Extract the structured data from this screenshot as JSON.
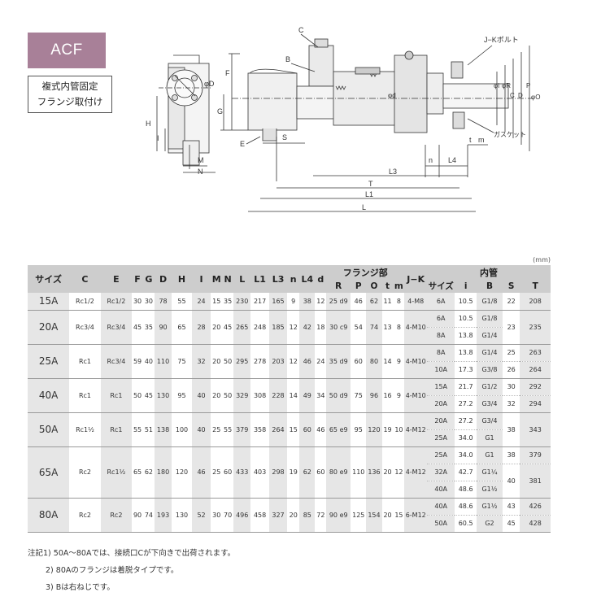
{
  "badge": "ACF",
  "subtitle": [
    "複式内管固定",
    "フランジ取付け"
  ],
  "drawing_labels": {
    "C": "C",
    "B": "B",
    "F": "F",
    "G": "G",
    "H": "H",
    "I": "I",
    "M": "M",
    "N": "N",
    "E": "E",
    "S": "S",
    "D": "φD",
    "jk": "J−Kボルト",
    "di": "φi",
    "dR": "φR",
    "C2": "C",
    "D2": "D",
    "P": "P",
    "dO": "φO",
    "dd": "φd",
    "n": "n",
    "L4": "L4",
    "t": "t",
    "m": "m",
    "gasket": "ガスケット",
    "L3": "L3",
    "T": "T",
    "L1": "L1",
    "L": "L"
  },
  "unit": "(mm)",
  "table": {
    "headers": {
      "size": "サイズ",
      "C": "C",
      "E": "E",
      "F": "F",
      "G": "G",
      "D": "D",
      "H": "H",
      "I": "I",
      "M": "M",
      "N": "N",
      "L": "L",
      "L1": "L1",
      "L3": "L3",
      "n": "n",
      "L4": "L4",
      "d": "d",
      "flange": "フランジ部",
      "R": "R",
      "P": "P",
      "O": "O",
      "t": "t",
      "m": "m",
      "JK": "J−K",
      "inner": "内管",
      "isize": "サイズ",
      "i": "i",
      "B": "B",
      "S": "S",
      "T": "T"
    },
    "rows": [
      {
        "size": "15A",
        "C": "Rc1/2",
        "E": "Rc1/2",
        "F": "30",
        "G": "30",
        "D": "78",
        "H": "55",
        "I": "24",
        "M": "15",
        "N": "35",
        "L": "230",
        "L1": "217",
        "L3": "165",
        "n": "9",
        "L4": "38",
        "d": "12",
        "R": "25 d9",
        "P": "46",
        "O": "62",
        "t": "11",
        "m": "8",
        "JK": "4-M8",
        "inner": [
          {
            "isize": "6A",
            "i": "10.5",
            "B": "G1/8",
            "S": "22",
            "T": "208"
          }
        ]
      },
      {
        "size": "20A",
        "C": "Rc3/4",
        "E": "Rc3/4",
        "F": "45",
        "G": "35",
        "D": "90",
        "H": "65",
        "I": "28",
        "M": "20",
        "N": "45",
        "L": "265",
        "L1": "248",
        "L3": "185",
        "n": "12",
        "L4": "42",
        "d": "18",
        "R": "30 c9",
        "P": "54",
        "O": "74",
        "t": "13",
        "m": "8",
        "JK": "4-M10",
        "S": "23",
        "T": "235",
        "inner": [
          {
            "isize": "6A",
            "i": "10.5",
            "B": "G1/8"
          },
          {
            "isize": "8A",
            "i": "13.8",
            "B": "G1/4"
          }
        ]
      },
      {
        "size": "25A",
        "C": "Rc1",
        "E": "Rc3/4",
        "F": "59",
        "G": "40",
        "D": "110",
        "H": "75",
        "I": "32",
        "M": "20",
        "N": "50",
        "L": "295",
        "L1": "278",
        "L3": "203",
        "n": "12",
        "L4": "46",
        "d": "24",
        "R": "35 d9",
        "P": "60",
        "O": "80",
        "t": "14",
        "m": "9",
        "JK": "4-M10",
        "inner": [
          {
            "isize": "8A",
            "i": "13.8",
            "B": "G1/4",
            "S": "25",
            "T": "263"
          },
          {
            "isize": "10A",
            "i": "17.3",
            "B": "G3/8",
            "S": "26",
            "T": "264"
          }
        ]
      },
      {
        "size": "40A",
        "C": "Rc1",
        "E": "Rc1",
        "F": "50",
        "G": "45",
        "D": "130",
        "H": "95",
        "I": "40",
        "M": "20",
        "N": "50",
        "L": "329",
        "L1": "308",
        "L3": "228",
        "n": "14",
        "L4": "49",
        "d": "34",
        "R": "50 d9",
        "P": "75",
        "O": "96",
        "t": "16",
        "m": "9",
        "JK": "4-M10",
        "inner": [
          {
            "isize": "15A",
            "i": "21.7",
            "B": "G1/2",
            "S": "30",
            "T": "292"
          },
          {
            "isize": "20A",
            "i": "27.2",
            "B": "G3/4",
            "S": "32",
            "T": "294"
          }
        ]
      },
      {
        "size": "50A",
        "C": "Rc1½",
        "E": "Rc1",
        "F": "55",
        "G": "51",
        "D": "138",
        "H": "100",
        "I": "40",
        "M": "25",
        "N": "55",
        "L": "379",
        "L1": "358",
        "L3": "264",
        "n": "15",
        "L4": "60",
        "d": "46",
        "R": "65 e9",
        "P": "95",
        "O": "120",
        "t": "19",
        "m": "10",
        "JK": "4-M12",
        "S": "38",
        "T": "343",
        "inner": [
          {
            "isize": "20A",
            "i": "27.2",
            "B": "G3/4"
          },
          {
            "isize": "25A",
            "i": "34.0",
            "B": "G1"
          }
        ]
      },
      {
        "size": "65A",
        "C": "Rc2",
        "E": "Rc1½",
        "F": "65",
        "G": "62",
        "D": "180",
        "H": "120",
        "I": "46",
        "M": "25",
        "N": "60",
        "L": "433",
        "L1": "403",
        "L3": "298",
        "n": "19",
        "L4": "62",
        "d": "60",
        "R": "80 e9",
        "P": "110",
        "O": "136",
        "t": "20",
        "m": "12",
        "JK": "4-M12",
        "inner": [
          {
            "isize": "25A",
            "i": "34.0",
            "B": "G1",
            "S": "38",
            "T": "379"
          },
          {
            "isize": "32A",
            "i": "42.7",
            "B": "G1¼",
            "S": "40",
            "T": "381"
          },
          {
            "isize": "40A",
            "i": "48.6",
            "B": "G1½"
          }
        ]
      },
      {
        "size": "80A",
        "C": "Rc2",
        "E": "Rc2",
        "F": "90",
        "G": "74",
        "D": "193",
        "H": "130",
        "I": "52",
        "M": "30",
        "N": "70",
        "L": "496",
        "L1": "458",
        "L3": "327",
        "n": "20",
        "L4": "85",
        "d": "72",
        "R": "90 e9",
        "P": "125",
        "O": "154",
        "t": "20",
        "m": "15",
        "JK": "6-M12",
        "inner": [
          {
            "isize": "40A",
            "i": "48.6",
            "B": "G1½",
            "S": "43",
            "T": "426"
          },
          {
            "isize": "50A",
            "i": "60.5",
            "B": "G2",
            "S": "45",
            "T": "428"
          }
        ]
      }
    ]
  },
  "notes": [
    "注記1) 50A～80Aでは、接続口Cが下向きで出荷されます。",
    "2) 80Aのフランジは着脱タイプです。",
    "3) Bは右ねじです。"
  ]
}
